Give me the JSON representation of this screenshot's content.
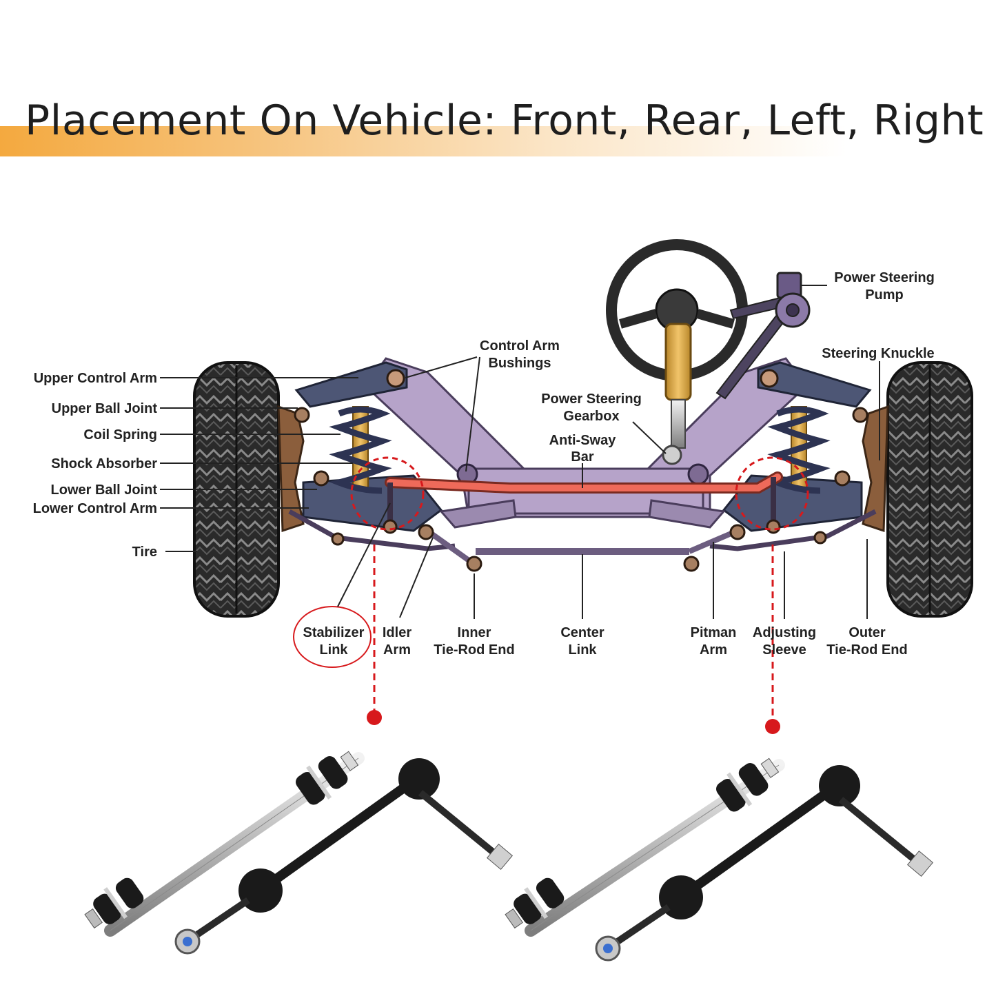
{
  "title": "Placement On Vehicle: Front, Rear, Left, Right",
  "labels": {
    "upper_control_arm": "Upper Control Arm",
    "upper_ball_joint": "Upper Ball Joint",
    "coil_spring": "Coil Spring",
    "shock_absorber": "Shock Absorber",
    "lower_ball_joint": "Lower Ball Joint",
    "lower_control_arm": "Lower Control Arm",
    "tire": "Tire",
    "control_arm_bushings_1": "Control Arm",
    "control_arm_bushings_2": "Bushings",
    "power_steering_pump_1": "Power Steering",
    "power_steering_pump_2": "Pump",
    "power_steering_gearbox_1": "Power Steering",
    "power_steering_gearbox_2": "Gearbox",
    "anti_sway_bar_1": "Anti-Sway",
    "anti_sway_bar_2": "Bar",
    "steering_knuckle": "Steering Knuckle",
    "stabilizer_link_1": "Stabilizer",
    "stabilizer_link_2": "Link",
    "idler_arm_1": "Idler",
    "idler_arm_2": "Arm",
    "inner_tie_rod_1": "Inner",
    "inner_tie_rod_2": "Tie-Rod End",
    "center_link_1": "Center",
    "center_link_2": "Link",
    "pitman_arm_1": "Pitman",
    "pitman_arm_2": "Arm",
    "adjusting_sleeve_1": "Adjusting",
    "adjusting_sleeve_2": "Sleeve",
    "outer_tie_rod_1": "Outer",
    "outer_tie_rod_2": "Tie-Rod End"
  },
  "colors": {
    "accent_red": "#d7191c",
    "frame_purple": "#b6a3c9",
    "arm_blue": "#4d5675",
    "sway_bar": "#ee6a5a",
    "title_band": "#f4a93f"
  }
}
